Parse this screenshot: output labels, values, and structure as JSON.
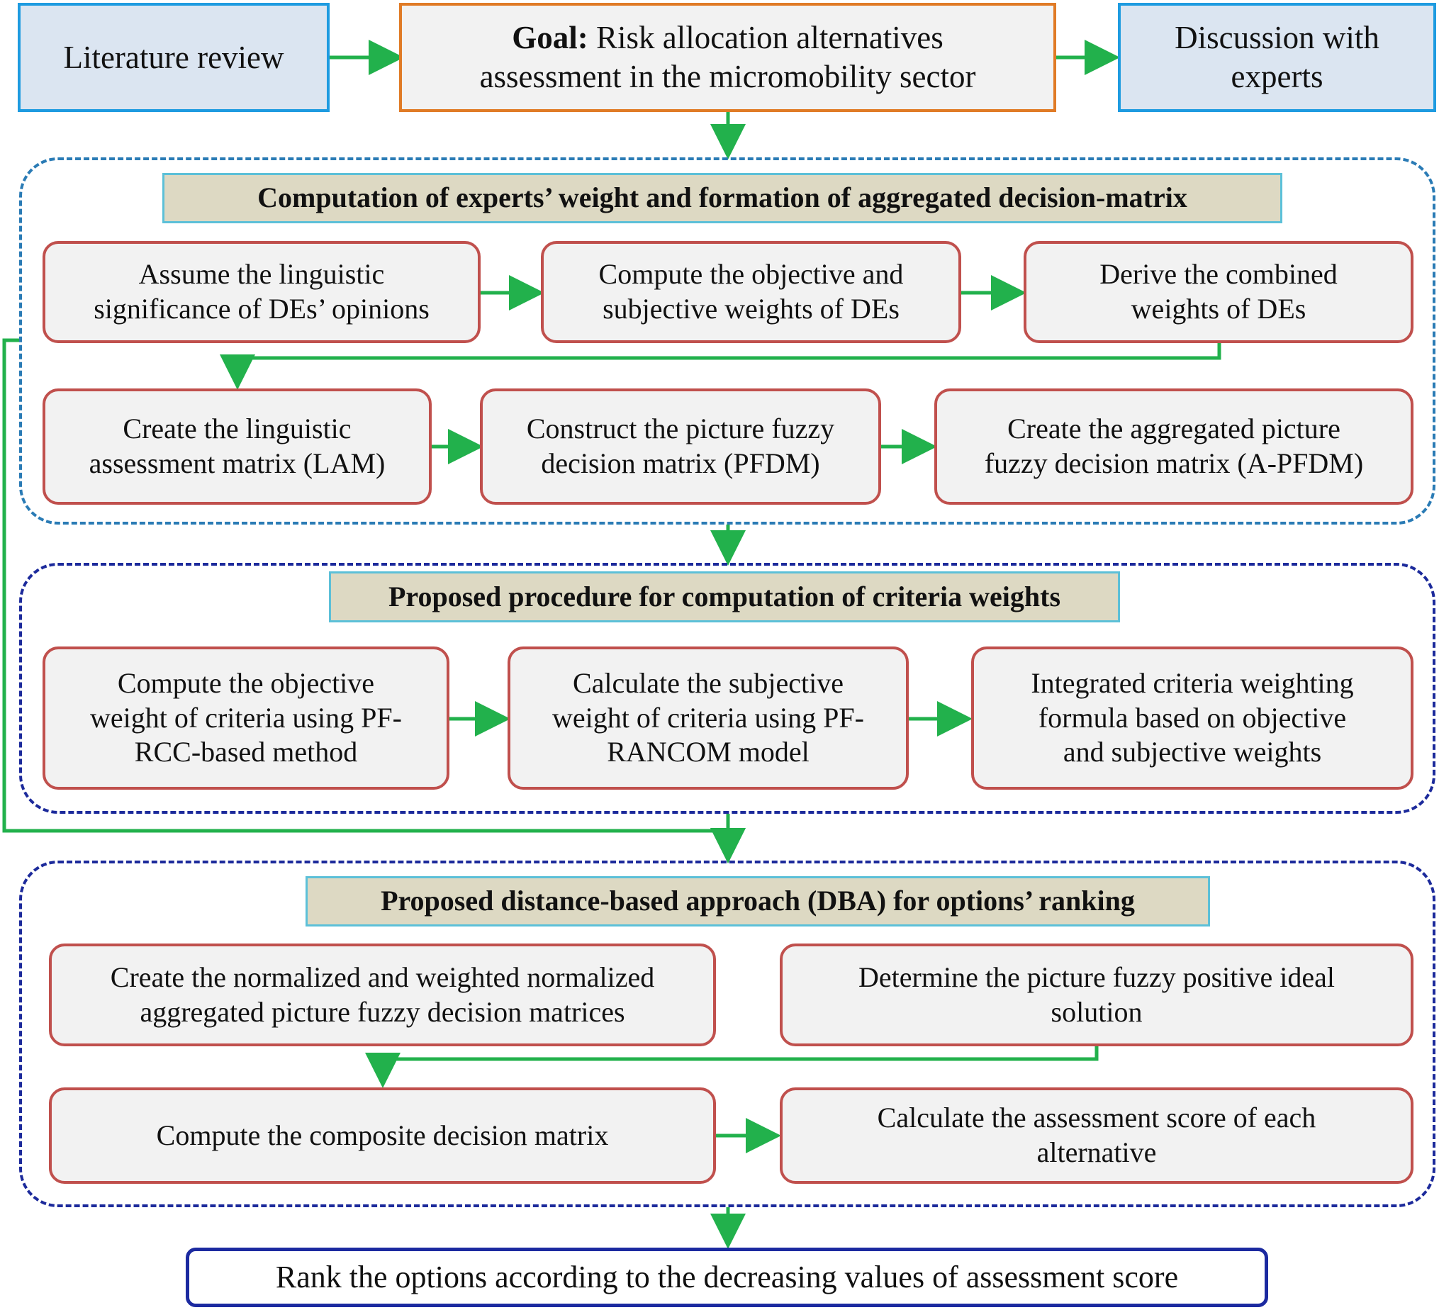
{
  "top": {
    "literature_review": "Literature review",
    "goal_label": "Goal:",
    "goal_text": " Risk allocation alternatives\nassessment in the micromobility sector",
    "discussion": "Discussion with\nexperts"
  },
  "section1": {
    "header": "Computation of experts’ weight and formation of aggregated decision-matrix",
    "steps": [
      "Assume the linguistic\nsignificance of DEs’ opinions",
      "Compute the objective and\nsubjective weights of DEs",
      "Derive the combined\nweights of DEs",
      "Create the linguistic\nassessment matrix (LAM)",
      "Construct the picture fuzzy\ndecision matrix (PFDM)",
      "Create the aggregated picture\nfuzzy decision matrix (A-PFDM)"
    ]
  },
  "section2": {
    "header": "Proposed procedure for computation of criteria weights",
    "steps": [
      "Compute the objective\nweight of criteria using PF-\nRCC-based method",
      "Calculate the subjective\nweight of criteria using PF-\nRANCOM model",
      "Integrated criteria weighting\nformula based on objective\nand subjective weights"
    ]
  },
  "section3": {
    "header": "Proposed distance-based approach (DBA) for options’ ranking",
    "steps": [
      "Create the normalized and weighted normalized\naggregated picture fuzzy decision matrices",
      "Determine the picture fuzzy positive ideal\nsolution",
      "Compute the composite decision matrix",
      "Calculate the assessment score of each\nalternative"
    ]
  },
  "final": "Rank the options according to the decreasing values of assessment score",
  "colors": {
    "arrow": "#22b14c",
    "top_border": "#1e9be0",
    "goal_border": "#e07b26",
    "step_border": "#c0504d",
    "header_fill": "#ddd9c3",
    "section1_border": "#2a7bb5",
    "section_border": "#1c2a9b"
  }
}
